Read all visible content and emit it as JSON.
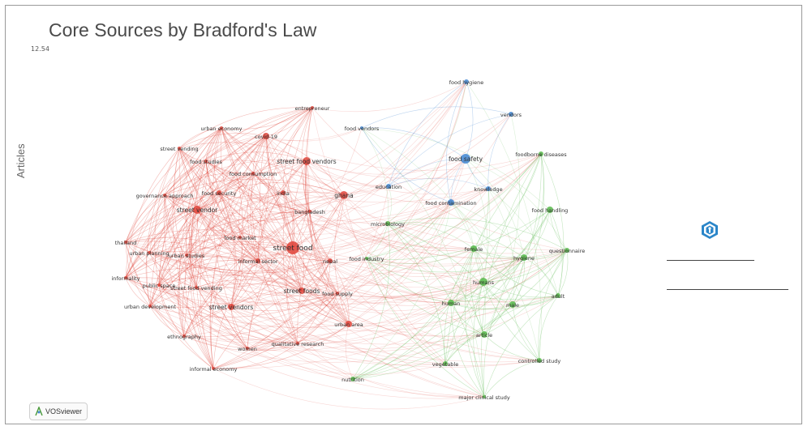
{
  "title": "Core Sources by Bradford's Law",
  "y_value_label": "12.54",
  "y_axis_label": "Articles",
  "vos_button_label": "VOSviewer",
  "colors": {
    "cluster_red": "#e0443a",
    "cluster_green": "#57b84a",
    "cluster_blue": "#3f85d0",
    "logo_blue": "#2b86c9"
  },
  "icons": [
    "hexagon-logo-icon",
    "vosviewer-icon"
  ],
  "network": {
    "clusters": [
      "red",
      "green",
      "blue"
    ],
    "nodes": [
      {
        "label": "street food",
        "cluster": "red"
      },
      {
        "label": "street food vendors",
        "cluster": "red"
      },
      {
        "label": "street vendor",
        "cluster": "red"
      },
      {
        "label": "street vendors",
        "cluster": "red"
      },
      {
        "label": "street foods",
        "cluster": "red"
      },
      {
        "label": "ghana",
        "cluster": "red"
      },
      {
        "label": "covid-19",
        "cluster": "red"
      },
      {
        "label": "urban economy",
        "cluster": "red"
      },
      {
        "label": "entrepreneur",
        "cluster": "red"
      },
      {
        "label": "street vending",
        "cluster": "red"
      },
      {
        "label": "food studies",
        "cluster": "red"
      },
      {
        "label": "food consumption",
        "cluster": "red"
      },
      {
        "label": "governance approach",
        "cluster": "red"
      },
      {
        "label": "food security",
        "cluster": "red"
      },
      {
        "label": "india",
        "cluster": "red"
      },
      {
        "label": "bangladesh",
        "cluster": "red"
      },
      {
        "label": "food market",
        "cluster": "red"
      },
      {
        "label": "informal sector",
        "cluster": "red"
      },
      {
        "label": "thailand",
        "cluster": "red"
      },
      {
        "label": "urban planning",
        "cluster": "red"
      },
      {
        "label": "urban studies",
        "cluster": "red"
      },
      {
        "label": "informality",
        "cluster": "red"
      },
      {
        "label": "public space",
        "cluster": "red"
      },
      {
        "label": "street food vending",
        "cluster": "red"
      },
      {
        "label": "urban development",
        "cluster": "red"
      },
      {
        "label": "ethnography",
        "cluster": "red"
      },
      {
        "label": "women",
        "cluster": "red"
      },
      {
        "label": "informal economy",
        "cluster": "red"
      },
      {
        "label": "qualitative research",
        "cluster": "red"
      },
      {
        "label": "urban area",
        "cluster": "red"
      },
      {
        "label": "food supply",
        "cluster": "red"
      },
      {
        "label": "nepal",
        "cluster": "red"
      },
      {
        "label": "food industry",
        "cluster": "green"
      },
      {
        "label": "nutrition",
        "cluster": "green"
      },
      {
        "label": "human",
        "cluster": "green"
      },
      {
        "label": "humans",
        "cluster": "green"
      },
      {
        "label": "female",
        "cluster": "green"
      },
      {
        "label": "male",
        "cluster": "green"
      },
      {
        "label": "article",
        "cluster": "green"
      },
      {
        "label": "adult",
        "cluster": "green"
      },
      {
        "label": "hygiene",
        "cluster": "green"
      },
      {
        "label": "food handling",
        "cluster": "green"
      },
      {
        "label": "foodborne diseases",
        "cluster": "green"
      },
      {
        "label": "questionnaire",
        "cluster": "green"
      },
      {
        "label": "controlled study",
        "cluster": "green"
      },
      {
        "label": "vegetable",
        "cluster": "green"
      },
      {
        "label": "major clinical study",
        "cluster": "green"
      },
      {
        "label": "microbiology",
        "cluster": "green"
      },
      {
        "label": "food safety",
        "cluster": "blue"
      },
      {
        "label": "food hygiene",
        "cluster": "blue"
      },
      {
        "label": "vendors",
        "cluster": "blue"
      },
      {
        "label": "food vendors",
        "cluster": "blue"
      },
      {
        "label": "knowledge",
        "cluster": "blue"
      },
      {
        "label": "food contamination",
        "cluster": "blue"
      },
      {
        "label": "education",
        "cluster": "blue"
      }
    ]
  }
}
